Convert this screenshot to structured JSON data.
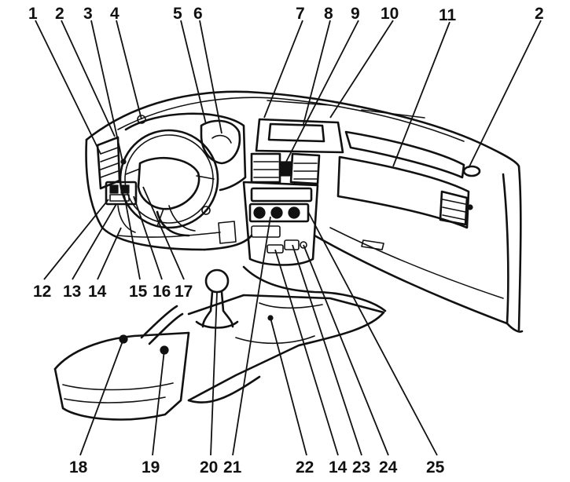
{
  "callouts": {
    "top": [
      "1",
      "2",
      "3",
      "4",
      "5",
      "6",
      "7",
      "8",
      "9",
      "10",
      "11",
      "2"
    ],
    "left": [
      "12",
      "13",
      "14",
      "15",
      "16",
      "17"
    ],
    "bottom": [
      "18",
      "19",
      "20",
      "21",
      "22",
      "14",
      "23",
      "24",
      "25"
    ]
  }
}
